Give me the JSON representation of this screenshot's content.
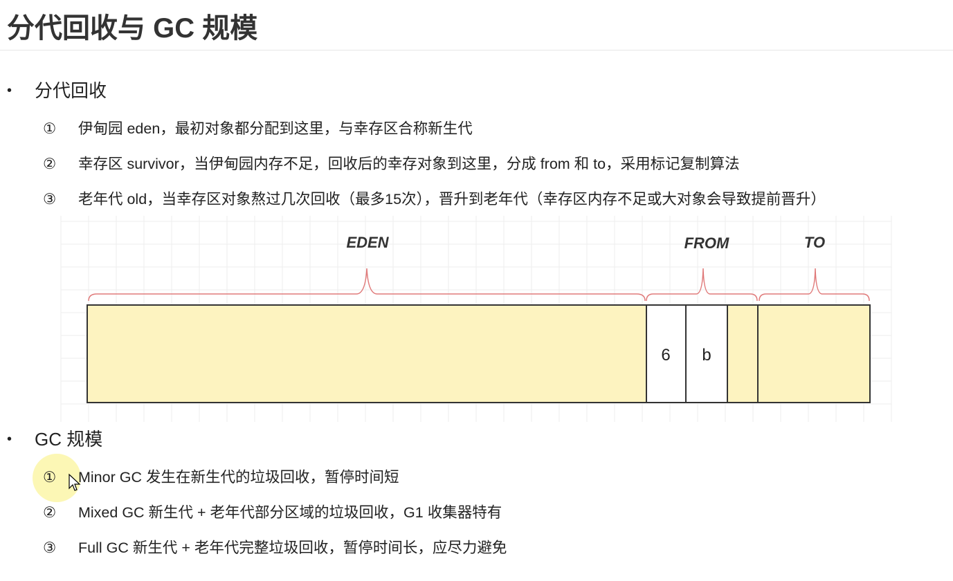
{
  "title": "分代回收与 GC 规模",
  "sections": [
    {
      "heading": "分代回收",
      "items": [
        {
          "num": "①",
          "text": "伊甸园 eden，最初对象都分配到这里，与幸存区合称新生代"
        },
        {
          "num": "②",
          "text": "幸存区 survivor，当伊甸园内存不足，回收后的幸存对象到这里，分成 from 和 to，采用标记复制算法"
        },
        {
          "num": "③",
          "text": "老年代 old，当幸存区对象熬过几次回收（最多15次），晋升到老年代（幸存区内存不足或大对象会导致提前晋升）"
        }
      ]
    },
    {
      "heading": "GC 规模",
      "items": [
        {
          "num": "①",
          "text": "Minor GC 发生在新生代的垃圾回收，暂停时间短"
        },
        {
          "num": "②",
          "text": "Mixed GC 新生代 + 老年代部分区域的垃圾回收，G1 收集器特有"
        },
        {
          "num": "③",
          "text": "Full GC 新生代 + 老年代完整垃圾回收，暂停时间长，应尽力避免"
        }
      ]
    }
  ],
  "diagram": {
    "labels": {
      "eden": "EDEN",
      "from": "FROM",
      "to": "TO"
    },
    "cells": [
      "6",
      "b"
    ],
    "colors": {
      "fill": "#fdf3c0",
      "brace": "#e07a7a",
      "border": "#333333"
    }
  }
}
